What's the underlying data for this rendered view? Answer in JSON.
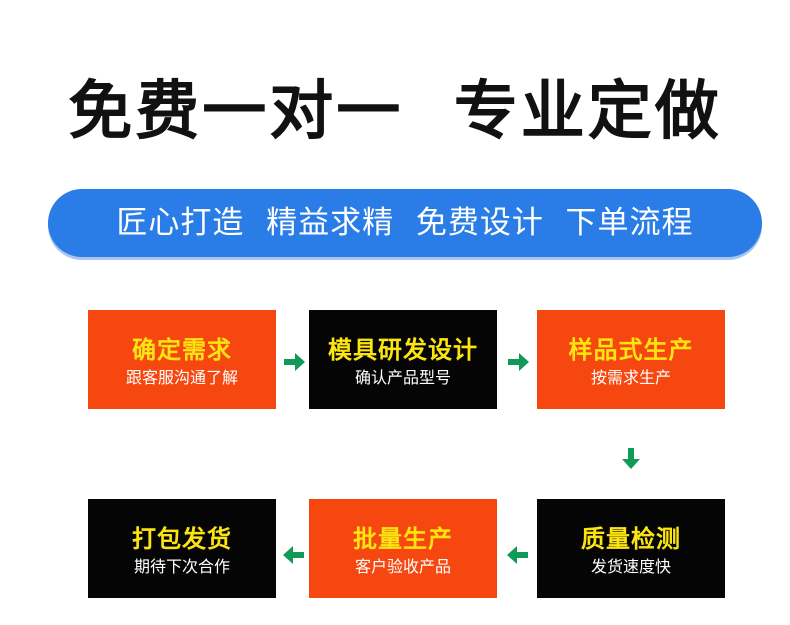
{
  "headline": "免费一对一  专业定做",
  "banner": "匠心打造  精益求精  免费设计  下单流程",
  "colors": {
    "banner_blue": "#2a7de6",
    "step_orange": "#f5470f",
    "step_black": "#050505",
    "title_yellow": "#fce411",
    "arrow_green": "#0f9b56"
  },
  "steps": [
    {
      "title": "确定需求",
      "subtitle": "跟客服沟通了解"
    },
    {
      "title": "模具研发设计",
      "subtitle": "确认产品型号"
    },
    {
      "title": "样品式生产",
      "subtitle": "按需求生产"
    },
    {
      "title": "质量检测",
      "subtitle": "发货速度快"
    },
    {
      "title": "批量生产",
      "subtitle": "客户验收产品"
    },
    {
      "title": "打包发货",
      "subtitle": "期待下次合作"
    }
  ],
  "arrows": [
    "arrow-right-icon",
    "arrow-right-icon",
    "arrow-down-icon",
    "arrow-left-icon",
    "arrow-left-icon"
  ]
}
